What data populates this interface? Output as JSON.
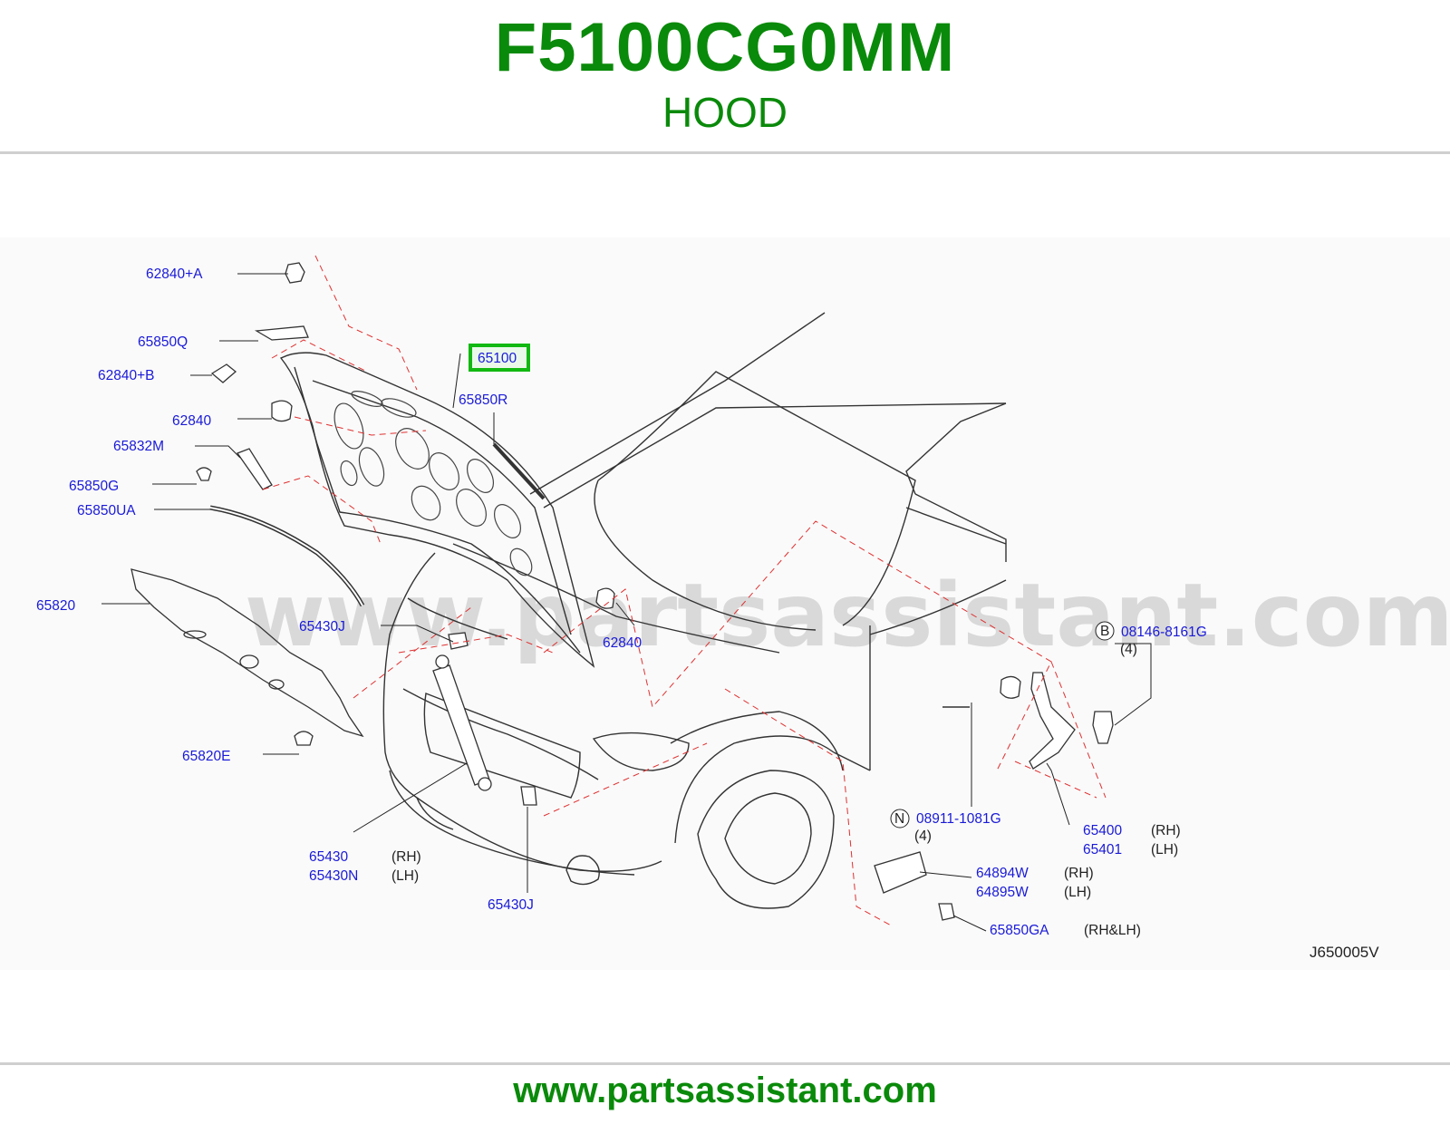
{
  "header": {
    "part_number": "F5100CG0MM",
    "title": "HOOD"
  },
  "watermark": "www.partsassistant.com",
  "diagram": {
    "code": "J650005V",
    "highlight_color": "#11b811",
    "labels": {
      "p62840A": "62840+A",
      "p65850Q": "65850Q",
      "p62840B": "62840+B",
      "p65100": "65100",
      "p65850R": "65850R",
      "p62840_top": "62840",
      "p65832M": "65832M",
      "p65850G": "65850G",
      "p65850UA": "65850UA",
      "p65820": "65820",
      "p65430J_left": "65430J",
      "p62840_right": "62840",
      "p65820E": "65820E",
      "p65430": "65430",
      "p65430_side": "(RH)",
      "p65430N": "65430N",
      "p65430N_side": "(LH)",
      "p65430J_bottom": "65430J",
      "circle_B": "B",
      "p08146": "08146-8161G",
      "p08146_qty": "(4)",
      "circle_N": "N",
      "p08911": "08911-1081G",
      "p08911_qty": "(4)",
      "p65400": "65400",
      "p65400_side": "(RH)",
      "p65401": "65401",
      "p65401_side": "(LH)",
      "p64894W": "64894W",
      "p64894W_side": "(RH)",
      "p64895W": "64895W",
      "p64895W_side": "(LH)",
      "p65850GA": "65850GA",
      "p65850GA_side": "(RH&LH)"
    }
  },
  "footer": {
    "url": "www.partsassistant.com"
  }
}
